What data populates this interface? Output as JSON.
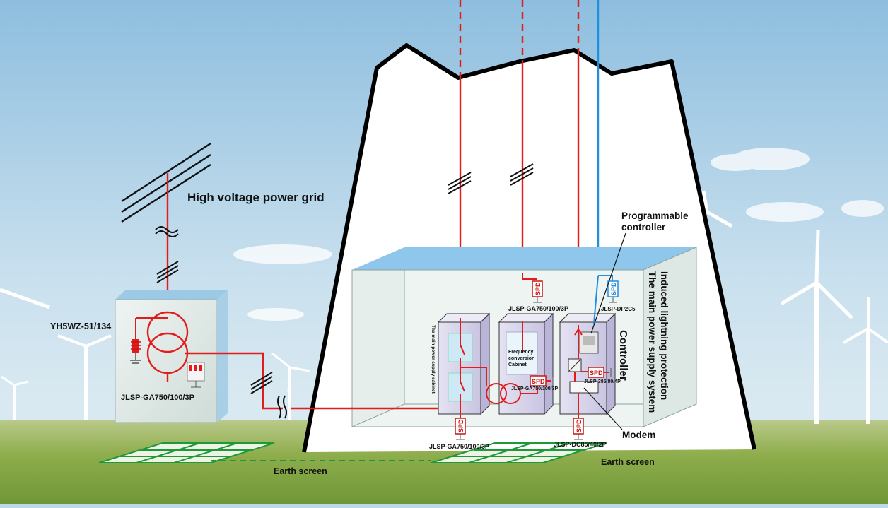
{
  "labels": {
    "grid": "High voltage power grid",
    "arrester": "YH5WZ-51/134",
    "substation_spd": "JLSP-GA750/100/3P",
    "prog_controller_1": "Programmable",
    "prog_controller_2": "controller",
    "spd_top_mid": "JLSP-GA750/100/3P",
    "spd_signal": "JLSP-DP2C5",
    "spd_inner": "JLSP-GA750/100/3P",
    "spd_controller": "JLSP-385/80/4P",
    "spd_bottom_left": "JLSP-GA750/100/3P",
    "spd_bottom_right": "JLSP-DC85/40/2P",
    "cab1_vertical": "The main power supply cabinet",
    "cab2_line1": "Frequency",
    "cab2_line2": "conversion",
    "cab2_line3": "Cabinet",
    "controller_vertical": "Controller",
    "main_supply_vertical": "The main power supply system",
    "induced_vertical": "Induced lightning protection",
    "modem": "Modem",
    "earth_left": "Earth screen",
    "earth_right": "Earth screen",
    "spd_tag": "SPD"
  },
  "colors": {
    "power": "#e31b1b",
    "signal": "#1f8fe0",
    "earth": "#1c9a3a",
    "tower": "#000000",
    "sky_top": "#9fc7e3",
    "ground": "#8aa84a"
  }
}
